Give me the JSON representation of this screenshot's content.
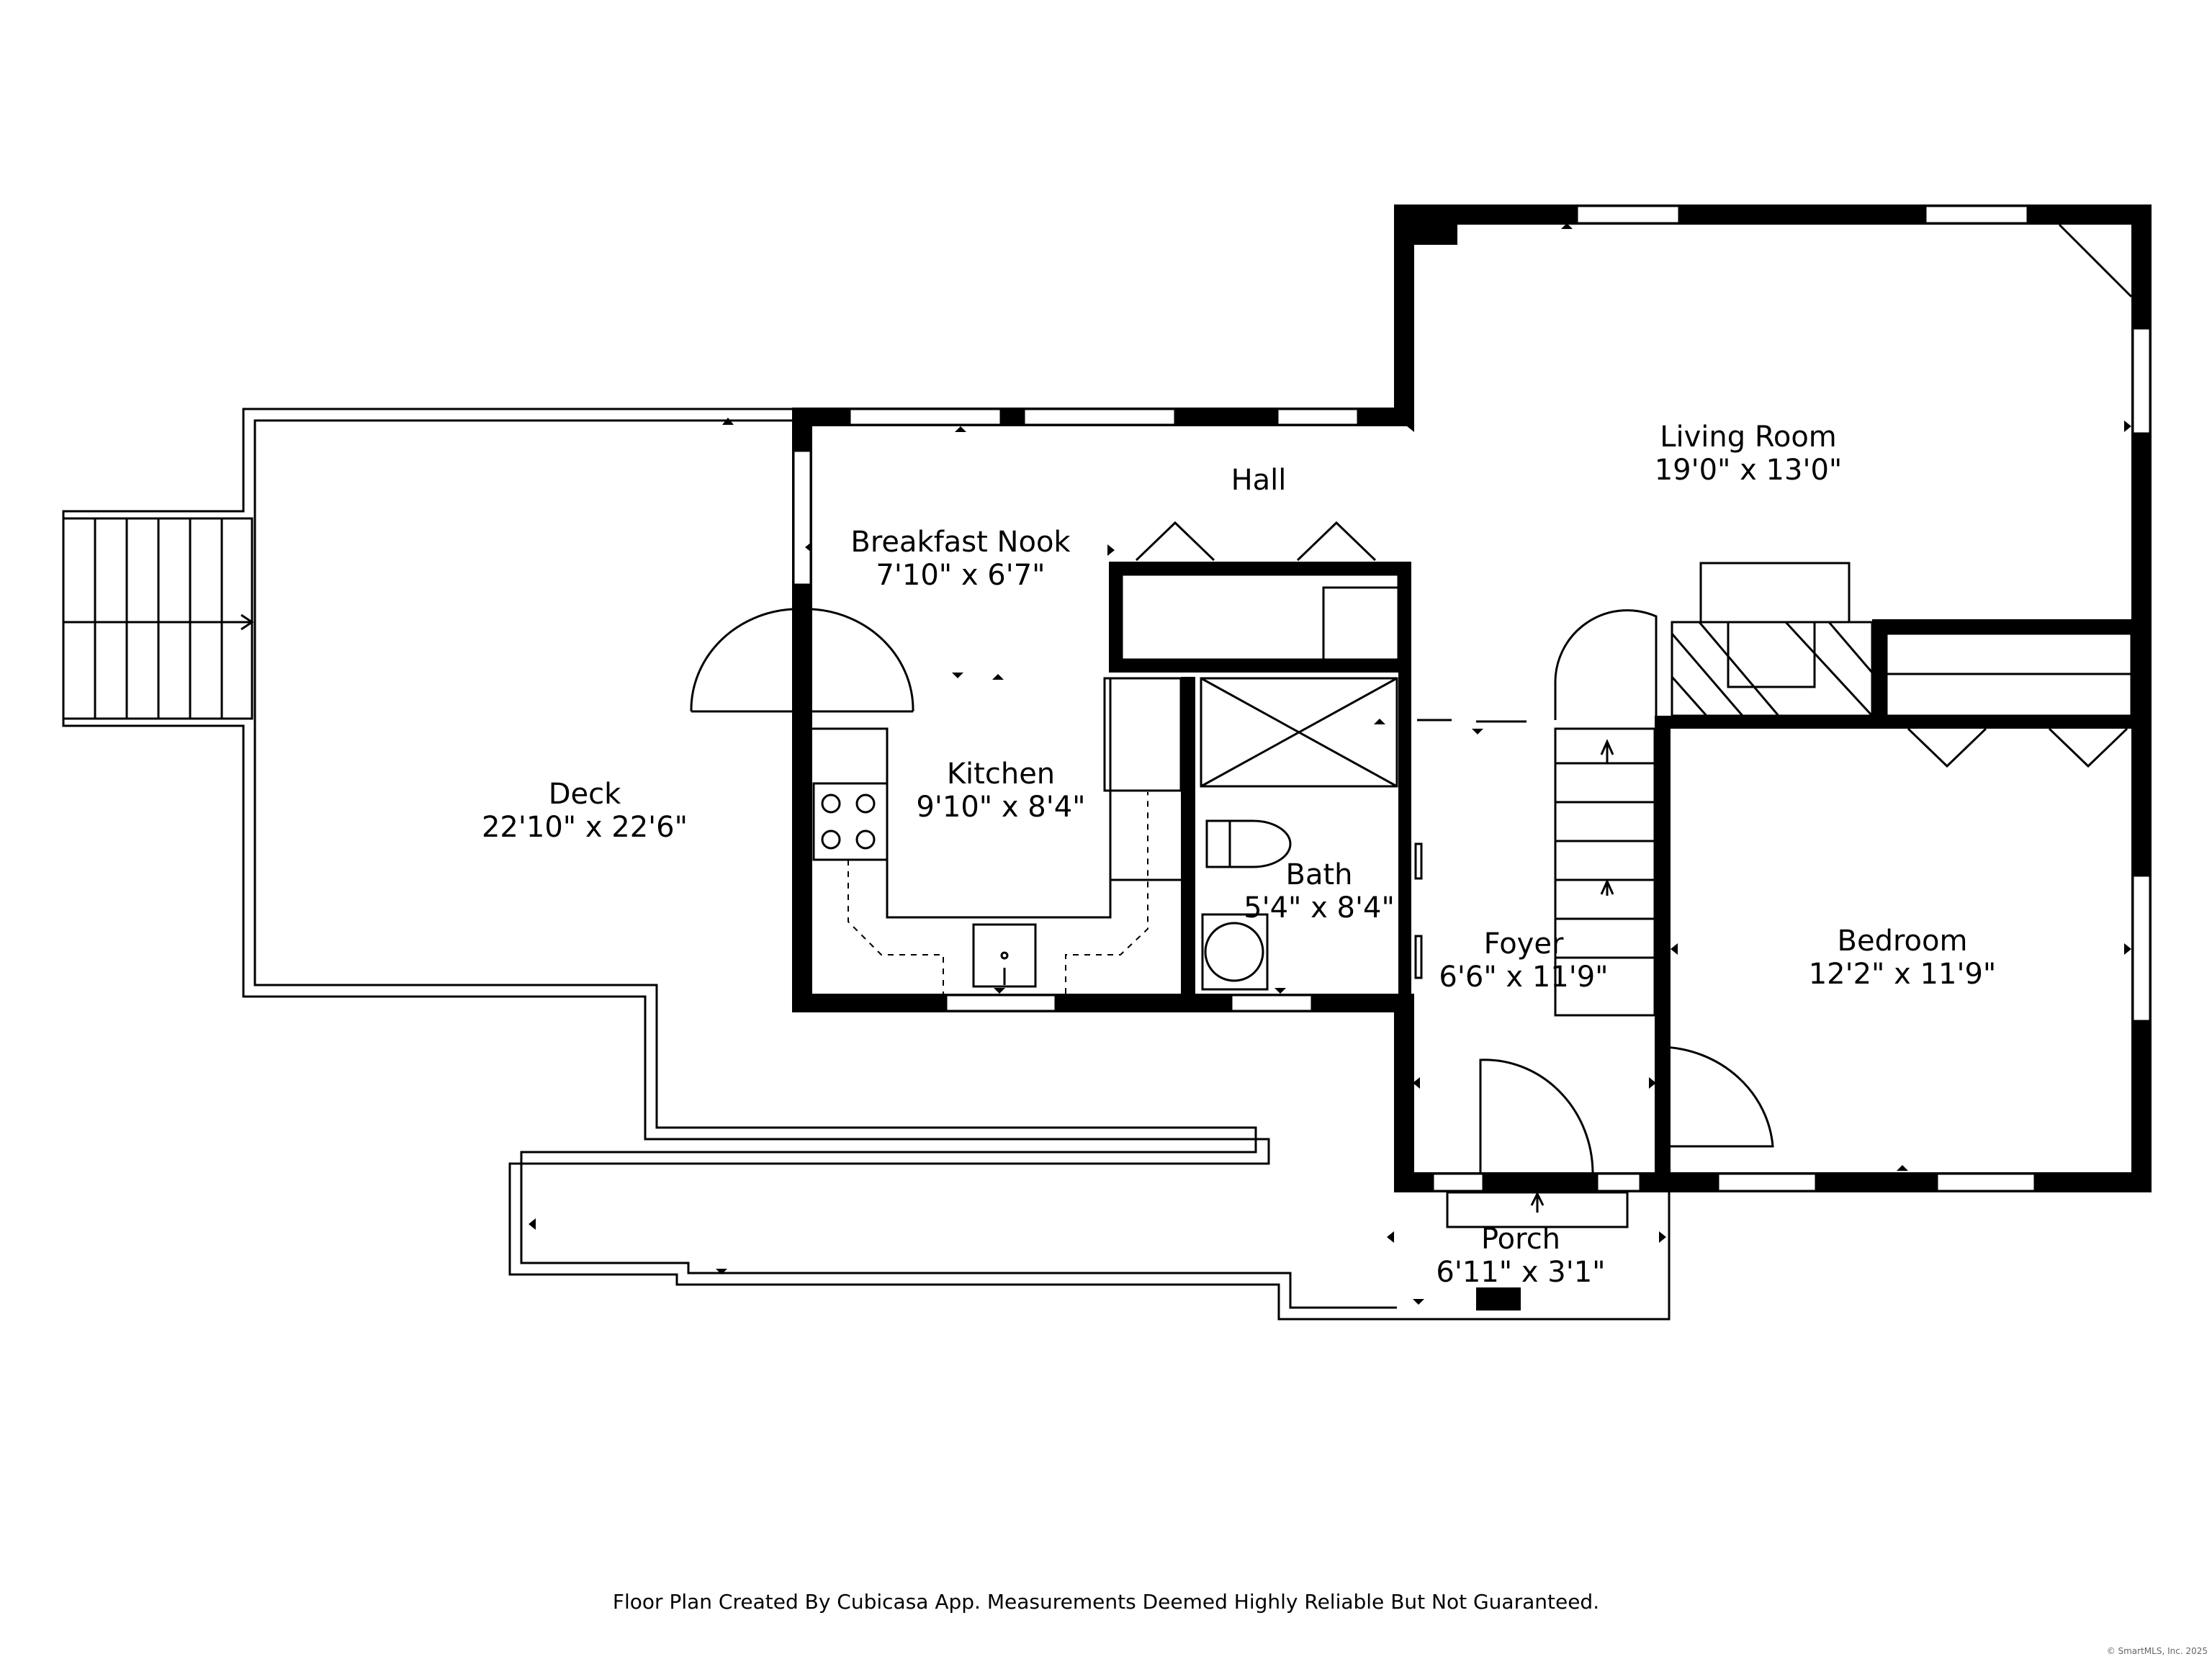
{
  "rooms": {
    "living_room": {
      "name": "Living Room",
      "dims": "19'0\" x 13'0\""
    },
    "hall": {
      "name": "Hall"
    },
    "breakfast_nook": {
      "name": "Breakfast Nook",
      "dims": "7'10\" x 6'7\""
    },
    "kitchen": {
      "name": "Kitchen",
      "dims": "9'10\" x 8'4\""
    },
    "deck": {
      "name": "Deck",
      "dims": "22'10\" x 22'6\""
    },
    "bath": {
      "name": "Bath",
      "dims": "5'4\" x 8'4\""
    },
    "foyer": {
      "name": "Foyer",
      "dims": "6'6\" x 11'9\""
    },
    "bedroom": {
      "name": "Bedroom",
      "dims": "12'2\" x 11'9\""
    },
    "porch": {
      "name": "Porch",
      "dims": "6'11\" x 3'1\""
    }
  },
  "footer": {
    "text": "Floor Plan Created By Cubicasa App. Measurements Deemed Highly Reliable But Not Guaranteed."
  },
  "copyright": {
    "text": "© SmartMLS, Inc. 2025"
  }
}
